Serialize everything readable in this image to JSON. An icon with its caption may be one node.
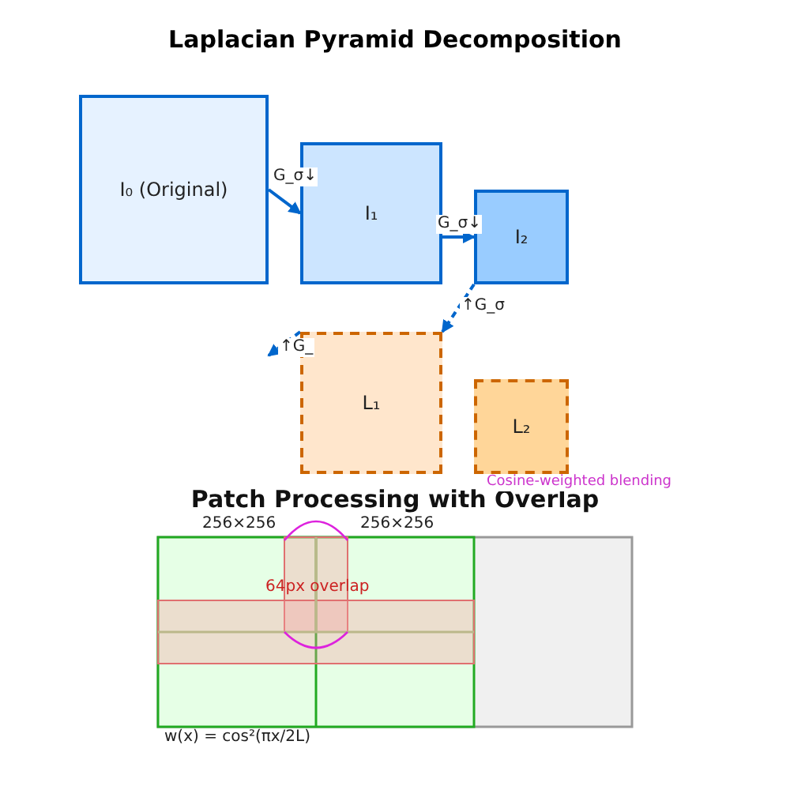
{
  "diagram": {
    "title": "Laplacian Pyramid Decomposition",
    "nodes": [
      {
        "text": [
          "I₀ (Original)"
        ]
      },
      {
        "text": [
          "I₁"
        ]
      },
      {
        "text": [
          "I₂"
        ]
      },
      {
        "text": [
          "L₁"
        ]
      },
      {
        "text": [
          "L₂"
        ]
      }
    ],
    "edges": [
      {
        "from": 0,
        "to": 1,
        "arrow": "to",
        "label": "G_σ↓"
      },
      {
        "from": 1,
        "to": 2,
        "arrow": "to",
        "label": "G_σ↓"
      },
      {
        "from": 2,
        "to": 3,
        "arrow": "to",
        "label": "↑G_σ",
        "style": "dashed"
      },
      {
        "from": 3,
        "to": null,
        "arrow": "to",
        "label": "↑G_",
        "style": "dashed"
      }
    ],
    "labels": [
      "Patch Processing with Overlap",
      "Cosine-weighted blending",
      "256×256",
      "256×256",
      "64px overlap",
      "w(x) = cos²(πx/2L)"
    ]
  }
}
